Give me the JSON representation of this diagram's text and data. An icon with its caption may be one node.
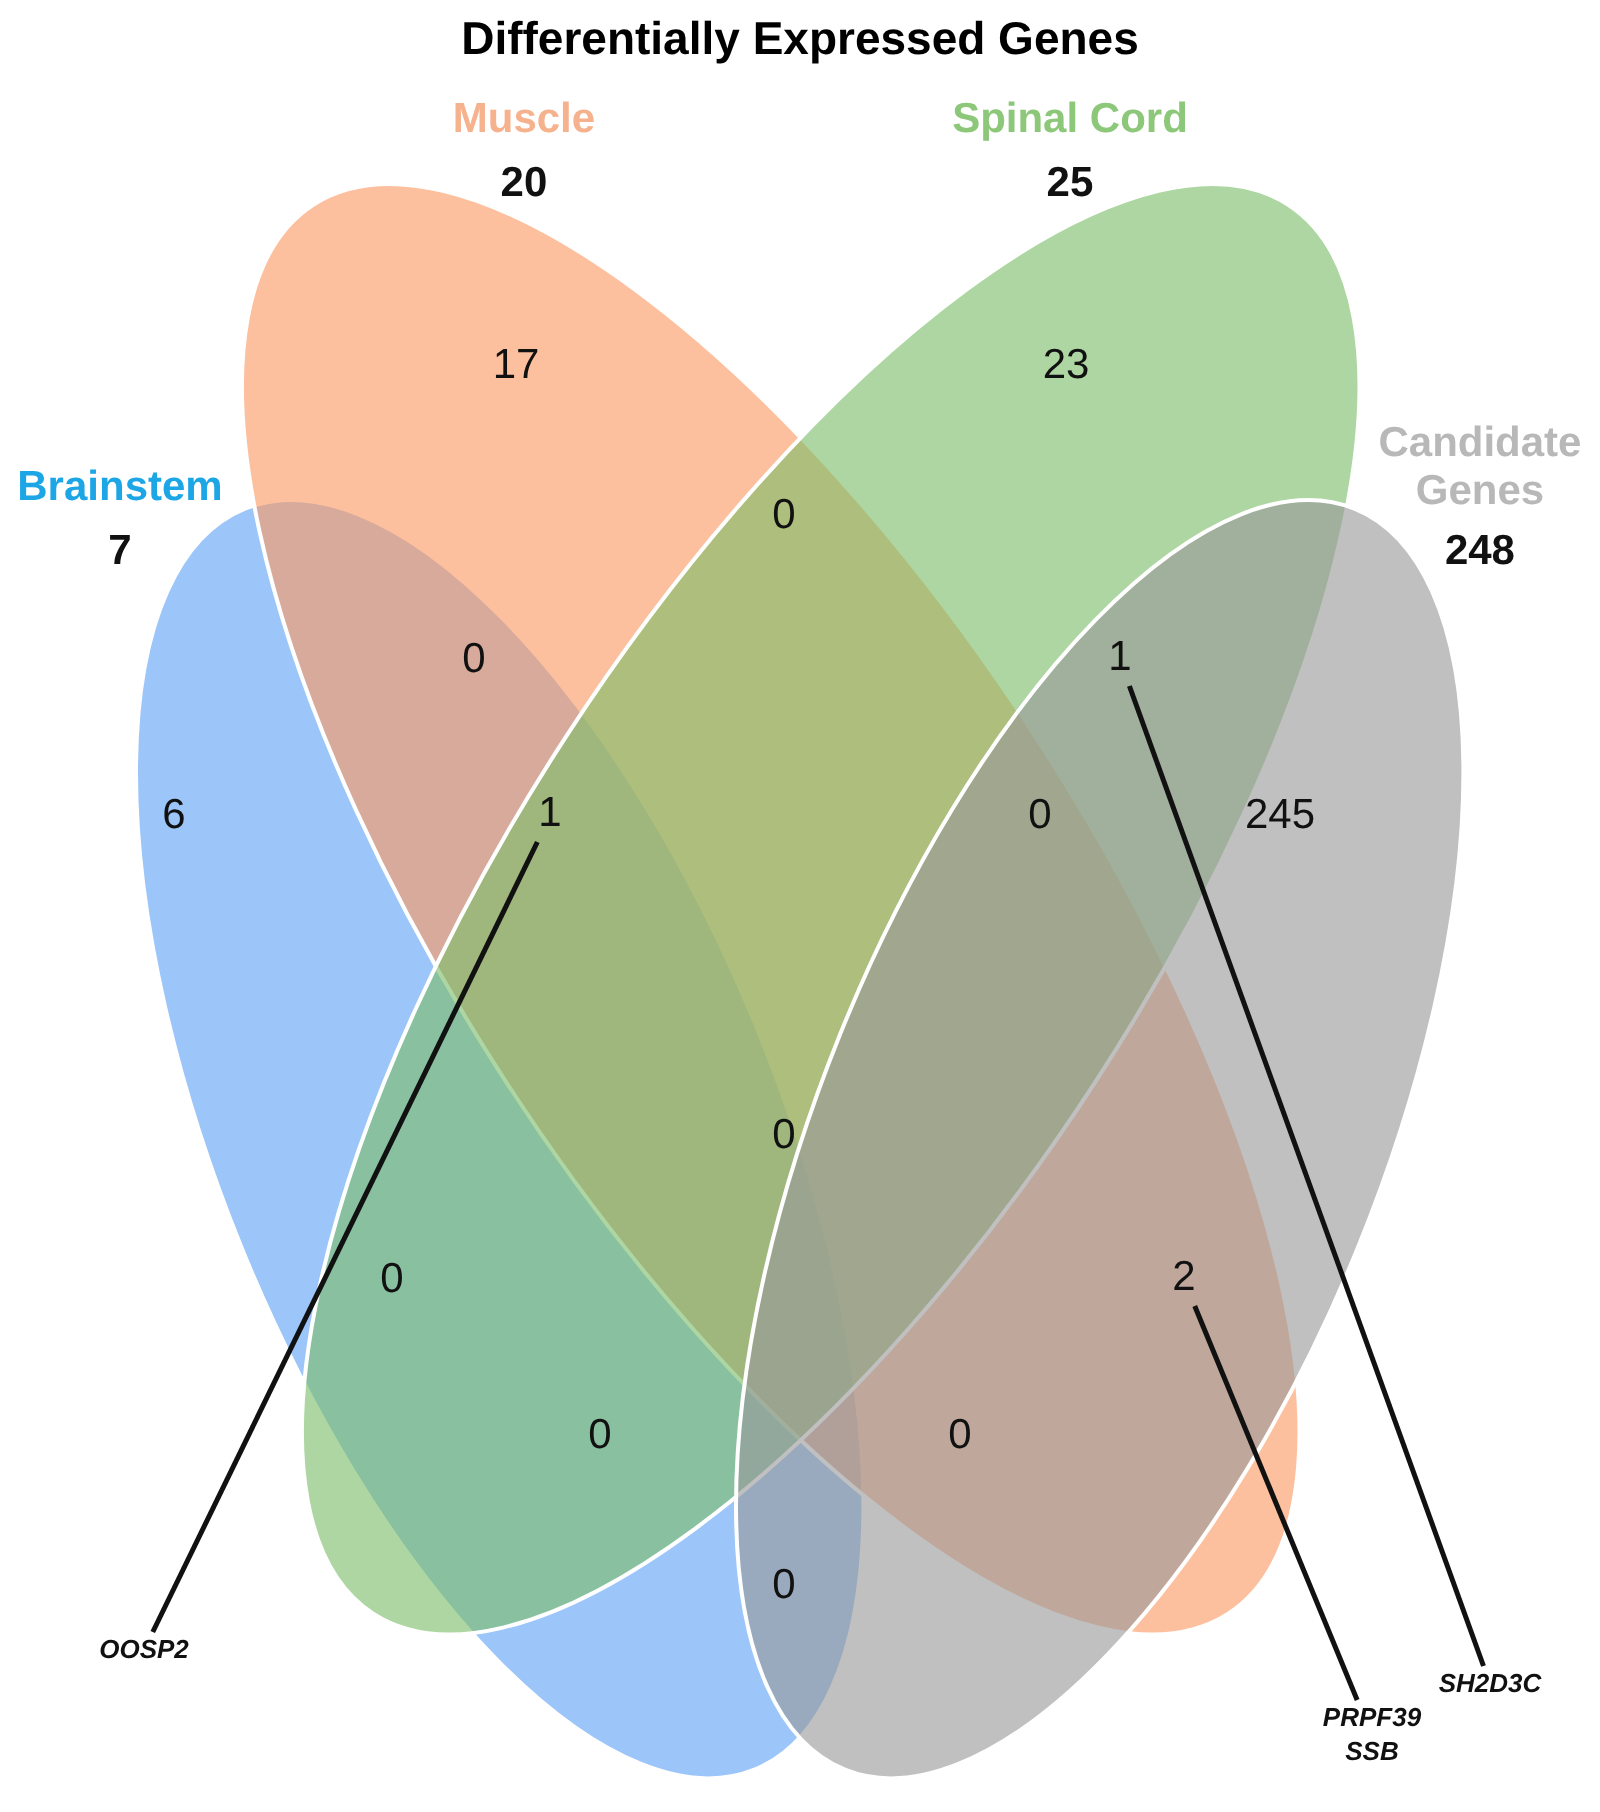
{
  "diagram": {
    "title": "Differentially Expressed Genes",
    "nodes": [
      {
        "text": [
          "Brainstem",
          "7"
        ]
      },
      {
        "text": [
          "Muscle",
          "20"
        ]
      },
      {
        "text": [
          "Spinal Cord",
          "25"
        ]
      },
      {
        "text": [
          "Candidate Genes",
          "248"
        ]
      },
      {
        "text": [
          "1"
        ]
      },
      {
        "text": [
          "1"
        ]
      },
      {
        "text": [
          "2"
        ]
      },
      {
        "text": [
          "OOSP2"
        ]
      },
      {
        "text": [
          "SH2D3C"
        ]
      },
      {
        "text": [
          "PRPF39 SSB"
        ]
      }
    ],
    "edges": [
      {
        "from": 7,
        "to": 5,
        "arrow": "none"
      },
      {
        "from": 8,
        "to": 4,
        "arrow": "none"
      },
      {
        "from": 9,
        "to": 6,
        "arrow": "none"
      }
    ],
    "labels": [
      "17",
      "23",
      "0",
      "0",
      "6",
      "0",
      "245",
      "0",
      "0",
      "0",
      "0",
      "0"
    ]
  }
}
